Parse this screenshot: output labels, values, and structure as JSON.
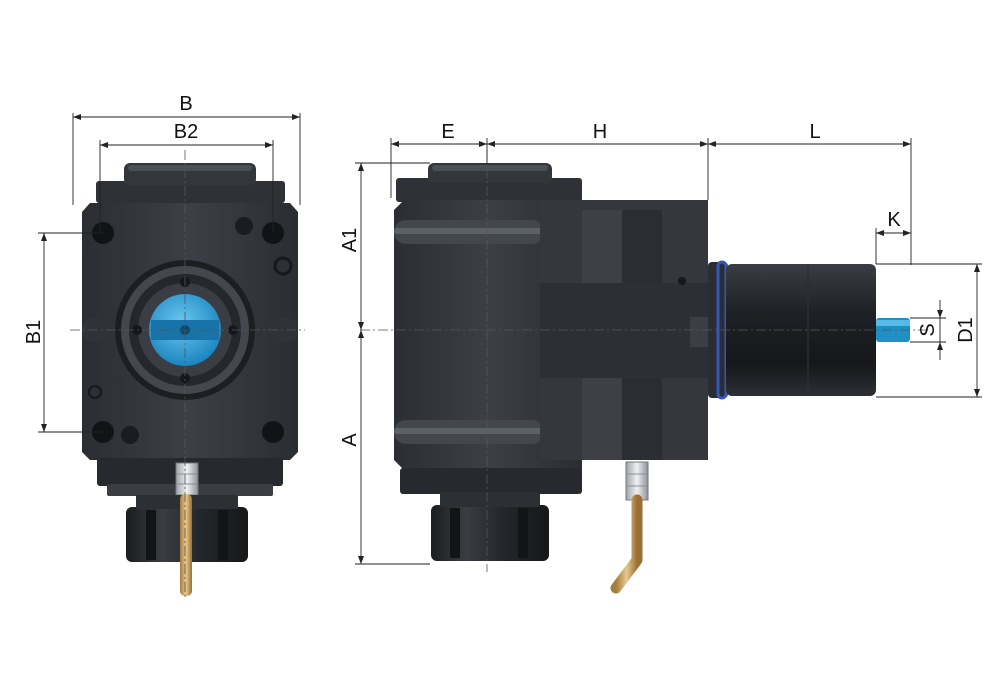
{
  "dimensions": {
    "B": "B",
    "B2": "B2",
    "B1": "B1",
    "E": "E",
    "H": "H",
    "L": "L",
    "K": "K",
    "A1": "A1",
    "A": "A",
    "S": "S",
    "D1": "D1"
  },
  "colors": {
    "body_dark": "#2b2e33",
    "body_mid": "#3a3e44",
    "body_light": "#55595f",
    "highlight": "#7b8087",
    "spindle_blue": "#2a9fd6",
    "oring_blue": "#3358b8",
    "coolant_brass": "#c9a46a",
    "fitting_silver": "#cfd2d6",
    "dim_line": "#222222"
  },
  "views": [
    "front-view",
    "side-view"
  ]
}
